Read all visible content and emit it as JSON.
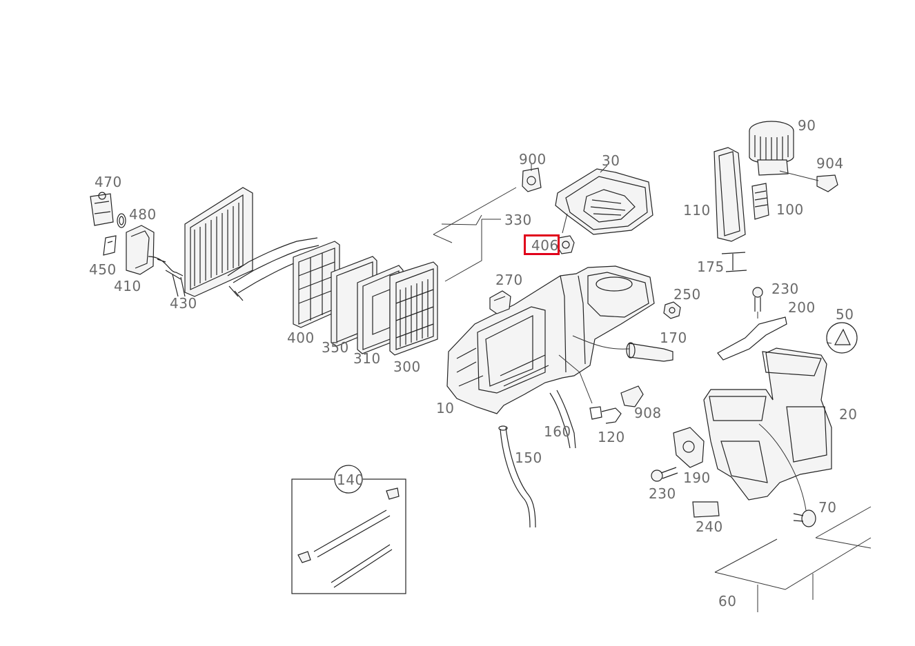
{
  "parts": [
    {
      "id": "p470",
      "number": "470"
    },
    {
      "id": "p480",
      "number": "480"
    },
    {
      "id": "p450",
      "number": "450"
    },
    {
      "id": "p410",
      "number": "410"
    },
    {
      "id": "p430",
      "number": "430"
    },
    {
      "id": "p400",
      "number": "400"
    },
    {
      "id": "p350",
      "number": "350"
    },
    {
      "id": "p310",
      "number": "310"
    },
    {
      "id": "p300",
      "number": "300"
    },
    {
      "id": "p900",
      "number": "900"
    },
    {
      "id": "p30",
      "number": "30"
    },
    {
      "id": "p330",
      "number": "330"
    },
    {
      "id": "p406",
      "number": "406"
    },
    {
      "id": "p270",
      "number": "270"
    },
    {
      "id": "p10",
      "number": "10"
    },
    {
      "id": "p160",
      "number": "160"
    },
    {
      "id": "p150",
      "number": "150"
    },
    {
      "id": "p120",
      "number": "120"
    },
    {
      "id": "p908",
      "number": "908"
    },
    {
      "id": "p250",
      "number": "250"
    },
    {
      "id": "p170",
      "number": "170"
    },
    {
      "id": "p90",
      "number": "90"
    },
    {
      "id": "p904",
      "number": "904"
    },
    {
      "id": "p110",
      "number": "110"
    },
    {
      "id": "p100",
      "number": "100"
    },
    {
      "id": "p175",
      "number": "175"
    },
    {
      "id": "p230a",
      "number": "230"
    },
    {
      "id": "p200",
      "number": "200"
    },
    {
      "id": "p50",
      "number": "50"
    },
    {
      "id": "p20",
      "number": "20"
    },
    {
      "id": "p190",
      "number": "190"
    },
    {
      "id": "p230b",
      "number": "230"
    },
    {
      "id": "p240",
      "number": "240"
    },
    {
      "id": "p70",
      "number": "70"
    },
    {
      "id": "p60",
      "number": "60"
    },
    {
      "id": "p140",
      "number": "140"
    }
  ],
  "selected_part": "406",
  "colors": {
    "highlight": "#e0001a",
    "label": "#6a6a6a",
    "line": "#222222"
  }
}
